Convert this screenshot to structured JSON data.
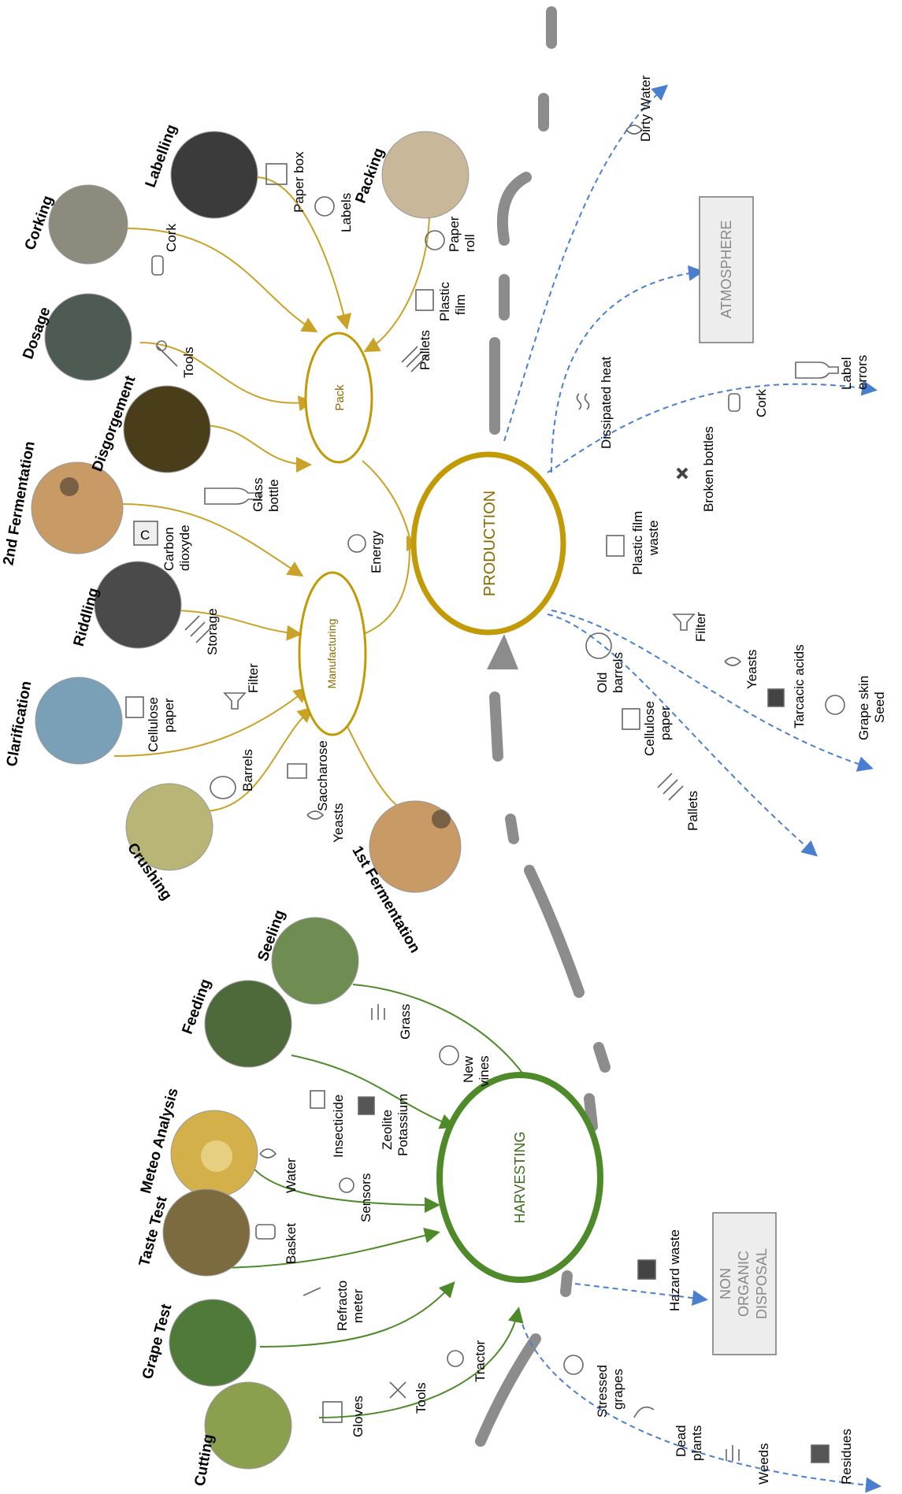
{
  "colors": {
    "harvest": "#4e8a2a",
    "production": "#c29a05",
    "flow_gold": "#c9a227",
    "waste": "#4a7fd0",
    "timeline": "#8c8c8c"
  },
  "hubs": {
    "harvesting": "HARVESTING",
    "production": "PRODUCTION",
    "manufacturing": "Manufacturing",
    "pack": "Pack"
  },
  "boxes": {
    "atmosphere": "ATMOSPHERE",
    "non_organic_1": "NON",
    "non_organic_2": "ORGANIC",
    "non_organic_3": "DISPOSAL"
  },
  "processes": {
    "cutting": "Cutting",
    "grape_test": "Grape Test",
    "taste_test": "Taste Test",
    "meteo": "Meteo Analysis",
    "feeding": "Feeding",
    "seeling": "Seeling",
    "crushing": "Crushing",
    "clarification": "Clarification",
    "riddling": "Riddling",
    "fermentation2": "2nd Fermentation",
    "fermentation1": "1st Fermentation",
    "disgorgement": "Disgorgement",
    "dosage": "Dosage",
    "corking": "Corking",
    "labelling": "Labelling",
    "packing": "Packing"
  },
  "inputs": {
    "gloves": "Gloves",
    "tools_h": "Tools",
    "tractor": "Tractor",
    "refracto_1": "Refracto",
    "refracto_2": "meter",
    "basket": "Basket",
    "sensors": "Sensors",
    "water": "Water",
    "insecticide": "Insecticide",
    "zeolite_1": "Zeolite",
    "zeolite_2": "Potassium",
    "new_vines_1": "New",
    "new_vines_2": "vines",
    "grass": "Grass",
    "barrels": "Barrels",
    "saccharose": "Saccharose",
    "yeasts_in": "Yeasts",
    "cellulose_1": "Cellulose",
    "cellulose_2": "paper",
    "storage": "Storage",
    "filter_in": "Filter",
    "co2_1": "Carbon",
    "co2_2": "dioxyde",
    "co2_symbol": "C",
    "energy": "Energy",
    "glass_1": "Glass",
    "glass_2": "bottle",
    "tools_p": "Tools",
    "cork_in": "Cork",
    "paper_box": "Paper box",
    "labels": "Labels",
    "paper_roll_1": "Paper",
    "paper_roll_2": "roll",
    "plastic_1": "Plastic",
    "plastic_2": "film",
    "pallets_in": "Pallets"
  },
  "outputs": {
    "dirty_water": "Dirty Water",
    "dissipated_heat": "Dissipated heat",
    "label_errors_1": "Label",
    "label_errors_2": "errors",
    "cork_out": "Cork",
    "broken_bottles": "Broken bottles",
    "plastic_waste_1": "Plastic film",
    "plastic_waste_2": "waste",
    "filter_out": "Filter",
    "yeasts_out": "Yeasts",
    "tartaric": "Tarcacic acids",
    "grape_skin_1": "Grape skin",
    "grape_skin_2": "Seed",
    "old_barrels_1": "Old",
    "old_barrels_2": "barrels",
    "cellulose_out_1": "Cellulose",
    "cellulose_out_2": "paper",
    "pallets_out": "Pallets",
    "hazard_waste": "Hazard waste",
    "stressed_1": "Stressed",
    "stressed_2": "grapes",
    "dead_plants_1": "Dead",
    "dead_plants_2": "plants",
    "weeds": "Weeds",
    "residues": "Residues"
  }
}
